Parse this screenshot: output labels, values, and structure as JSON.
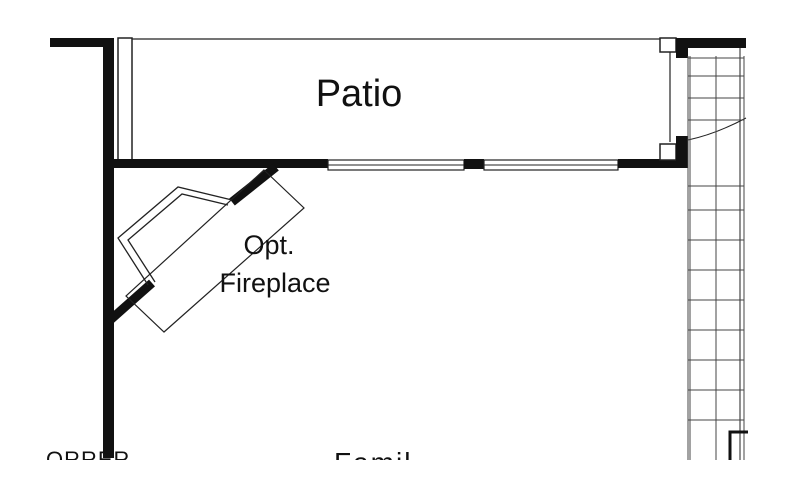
{
  "rooms": {
    "patio": "Patio",
    "fireplace_line1": "Opt.",
    "fireplace_line2": "Fireplace",
    "cut_left": "ORRER",
    "cut_bottom": "Famil"
  },
  "colors": {
    "wall": "#111111",
    "line": "#222222",
    "background": "#ffffff"
  }
}
